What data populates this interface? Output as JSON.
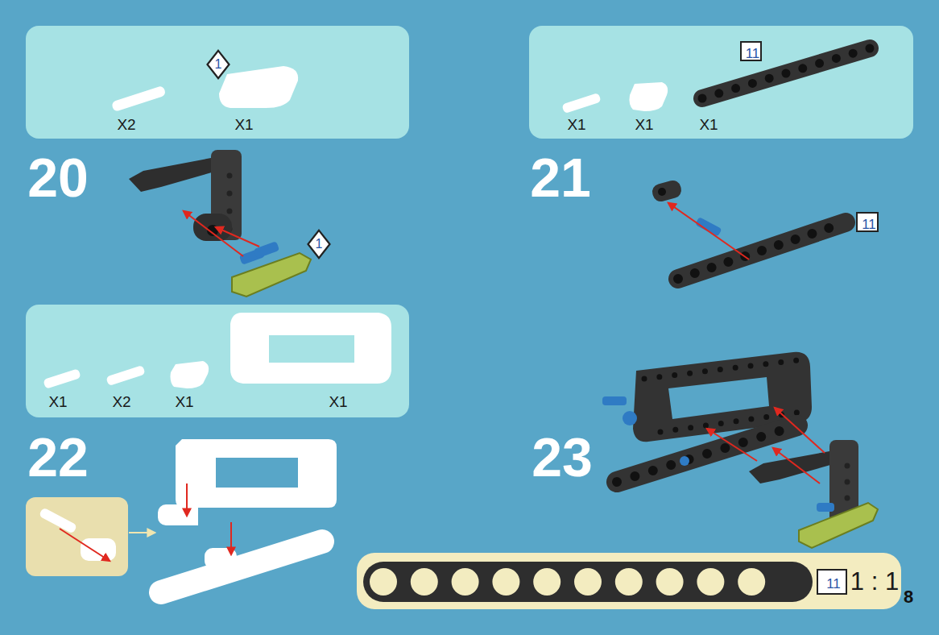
{
  "diagram": {
    "nodes": [
      {
        "text": [
          "X2",
          "X1"
        ]
      },
      {
        "text": [
          "1"
        ],
        "in": 0
      },
      {
        "text": [
          "1"
        ]
      },
      {
        "text": [
          "X1",
          "X1",
          "X1"
        ]
      },
      {
        "text": [
          "11"
        ],
        "in": 3
      },
      {
        "text": [
          "11"
        ]
      },
      {
        "text": [
          "X1",
          "X2",
          "X1",
          "X1"
        ]
      },
      {
        "text": [
          "1 : 1"
        ]
      },
      {
        "text": [
          "11"
        ],
        "in": 7
      }
    ],
    "labels": [
      "20",
      "21",
      "22",
      "23",
      "8"
    ]
  }
}
